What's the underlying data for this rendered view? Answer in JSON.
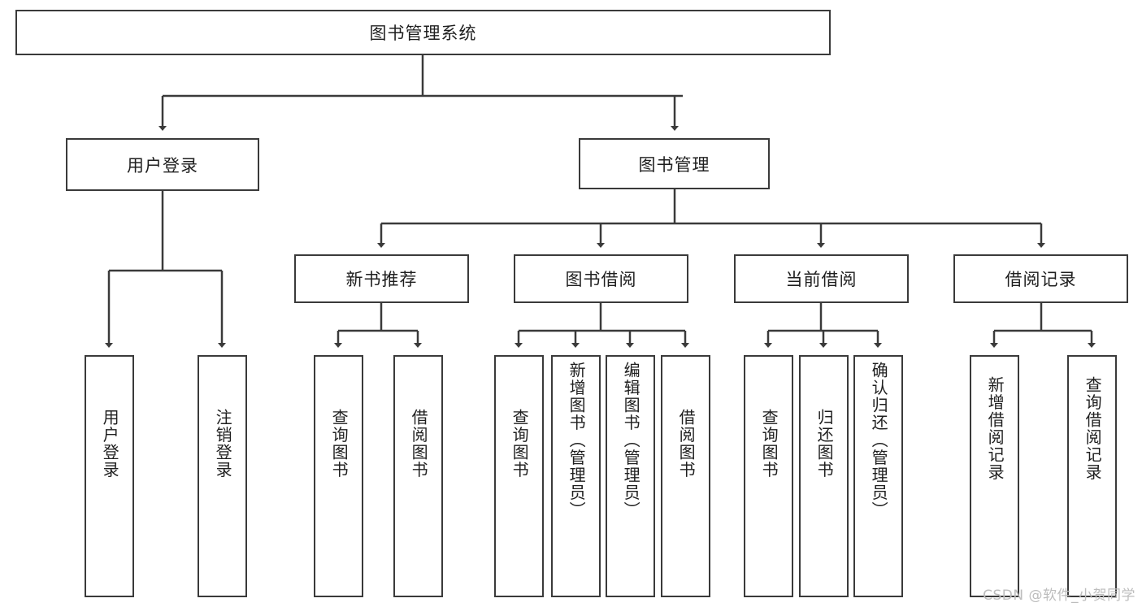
{
  "diagram": {
    "title": "图书管理系统",
    "type": "tree",
    "watermark": "CSDN @软件_小贺同学",
    "line_color": "#3a3a3a",
    "box_fill": "#ffffff",
    "text_color": "#1f1f1f"
  },
  "nodes": {
    "root": {
      "label": "图书管理系统"
    },
    "level2": [
      {
        "label": "用户登录"
      },
      {
        "label": "图书管理"
      }
    ],
    "level3": [
      {
        "label": "新书推荐"
      },
      {
        "label": "图书借阅"
      },
      {
        "label": "当前借阅"
      },
      {
        "label": "借阅记录"
      }
    ],
    "leaves": {
      "user_login": [
        {
          "label": "用户登录"
        },
        {
          "label": "注销登录"
        }
      ],
      "new_book_recommend": [
        {
          "label": "查询图书"
        },
        {
          "label": "借阅图书"
        }
      ],
      "book_borrow": [
        {
          "label": "查询图书"
        },
        {
          "label": "新增图书（管理员）"
        },
        {
          "label": "编辑图书（管理员）"
        },
        {
          "label": "借阅图书"
        }
      ],
      "current_borrow": [
        {
          "label": "查询图书"
        },
        {
          "label": "归还图书"
        },
        {
          "label": "确认归还（管理员）"
        }
      ],
      "borrow_record": [
        {
          "label": "新增借阅记录"
        },
        {
          "label": "查询借阅记录"
        }
      ]
    }
  }
}
